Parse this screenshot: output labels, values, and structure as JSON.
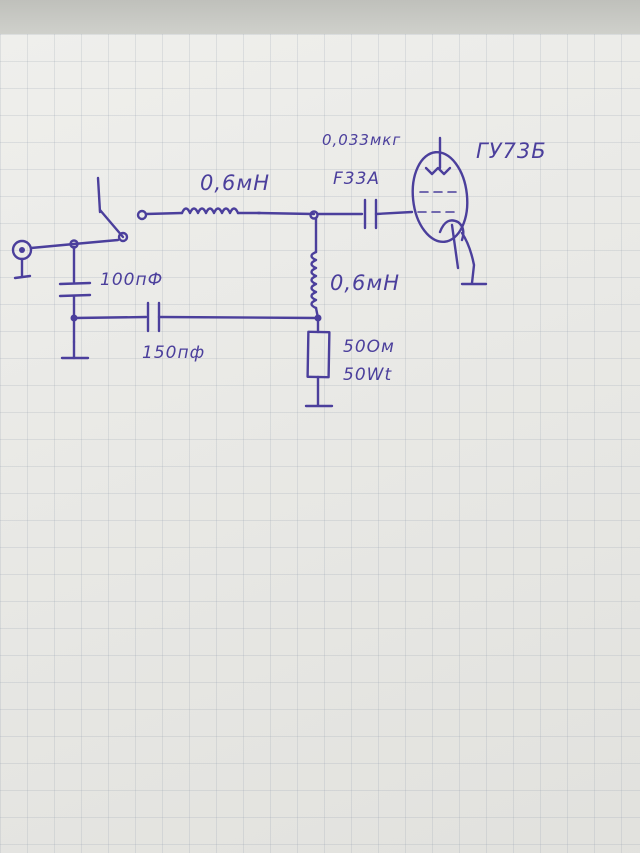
{
  "labels": {
    "l1": "0,6мН",
    "c_top_value": "0,033мкг",
    "c_top_voltage": "F33A",
    "tube": "ГУ73Б",
    "c1": "100пФ",
    "l2": "0,6мН",
    "c2": "150пф",
    "r_ohm": "50Ом",
    "r_watt": "50Wt"
  },
  "colors": {
    "ink": "#4b3f9c",
    "paper": "#efefec"
  }
}
